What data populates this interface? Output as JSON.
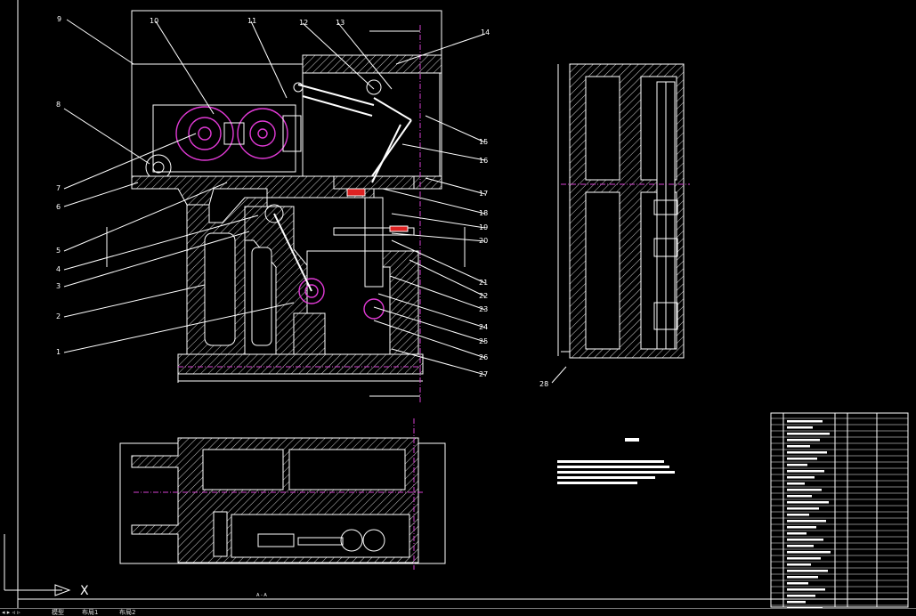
{
  "drawing": {
    "callouts_left": [
      "9",
      "10",
      "8",
      "7",
      "6",
      "5",
      "4",
      "3",
      "2",
      "1"
    ],
    "callouts_top": [
      "11",
      "12",
      "13",
      "14"
    ],
    "callouts_right": [
      "15",
      "16",
      "17",
      "18",
      "19",
      "20",
      "21",
      "22",
      "23",
      "24",
      "25",
      "26",
      "27"
    ],
    "callout_28": "28",
    "section_label": "A - A",
    "axis_label": "X"
  },
  "layout_tabs": [
    "模型",
    "布局1",
    "布局2"
  ],
  "icons": {
    "ucs_axis": "ucs-axis-icon",
    "nav_arrows": "tab-nav-arrows-icon"
  },
  "colors": {
    "background": "#000000",
    "lines": "#ffffff",
    "centerline": "#d43fd0"
  }
}
